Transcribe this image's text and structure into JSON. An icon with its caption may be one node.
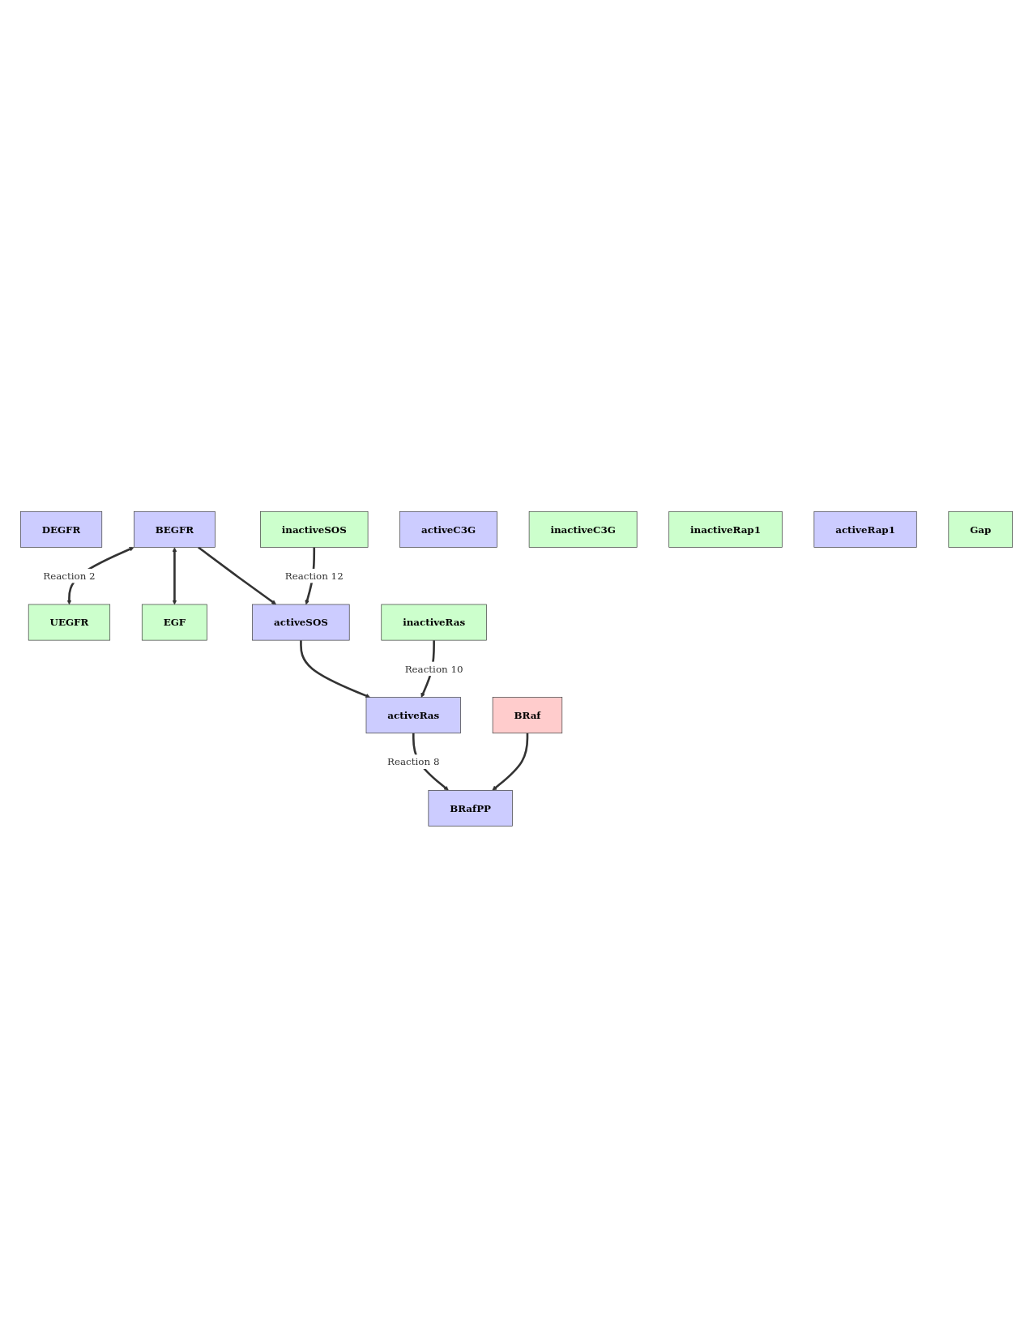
{
  "diagram": {
    "nodes": [
      {
        "text": [
          "DEGFR"
        ]
      },
      {
        "text": [
          "EGF"
        ]
      },
      {
        "text": [
          "BEGFR"
        ]
      },
      {
        "text": [
          "UEGFR"
        ]
      },
      {
        "text": [
          "inactiveSOS"
        ]
      },
      {
        "text": [
          "activeC3G"
        ]
      },
      {
        "text": [
          "activeSOS"
        ]
      },
      {
        "text": [
          "inactiveC3G"
        ]
      },
      {
        "text": [
          "inactiveRas"
        ]
      },
      {
        "text": [
          "inactiveRap1"
        ]
      },
      {
        "text": [
          "activeRap1"
        ]
      },
      {
        "text": [
          "activeRas"
        ]
      },
      {
        "text": [
          "Gap"
        ]
      },
      {
        "text": [
          "BRafPP"
        ]
      },
      {
        "text": [
          "BRaf"
        ]
      }
    ],
    "edges": [
      {
        "from": 2,
        "to": 3,
        "arrow": "both",
        "label": "Reaction 2"
      },
      {
        "from": 2,
        "to": 1,
        "arrow": "both"
      },
      {
        "from": 4,
        "to": 6,
        "arrow": "to",
        "label": "Reaction 12"
      },
      {
        "from": 2,
        "to": 6,
        "arrow": "to"
      },
      {
        "from": 8,
        "to": 11,
        "arrow": "to",
        "label": "Reaction 10"
      },
      {
        "from": 6,
        "to": 11,
        "arrow": "to"
      },
      {
        "from": 14,
        "to": 13,
        "arrow": "to"
      },
      {
        "from": 11,
        "to": 13,
        "arrow": "to",
        "label": "Reaction 8"
      }
    ]
  }
}
